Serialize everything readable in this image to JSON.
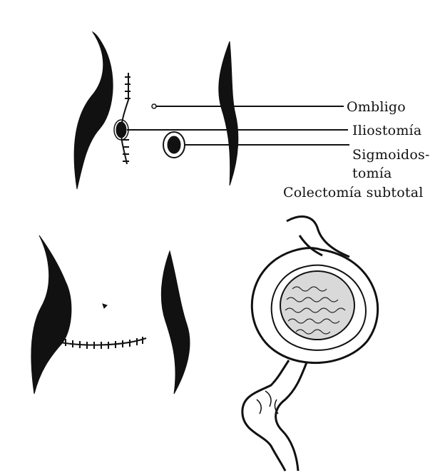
{
  "labels": {
    "ombligo": "Ombligo",
    "iliostomia": "Iliostomía",
    "sigmoidos_line1": "Sigmoidos-",
    "sigmoidos_line2": "tomía",
    "caption": "Colectomía subtotal"
  },
  "colors": {
    "ink": "#111111",
    "background": "#ffffff"
  }
}
